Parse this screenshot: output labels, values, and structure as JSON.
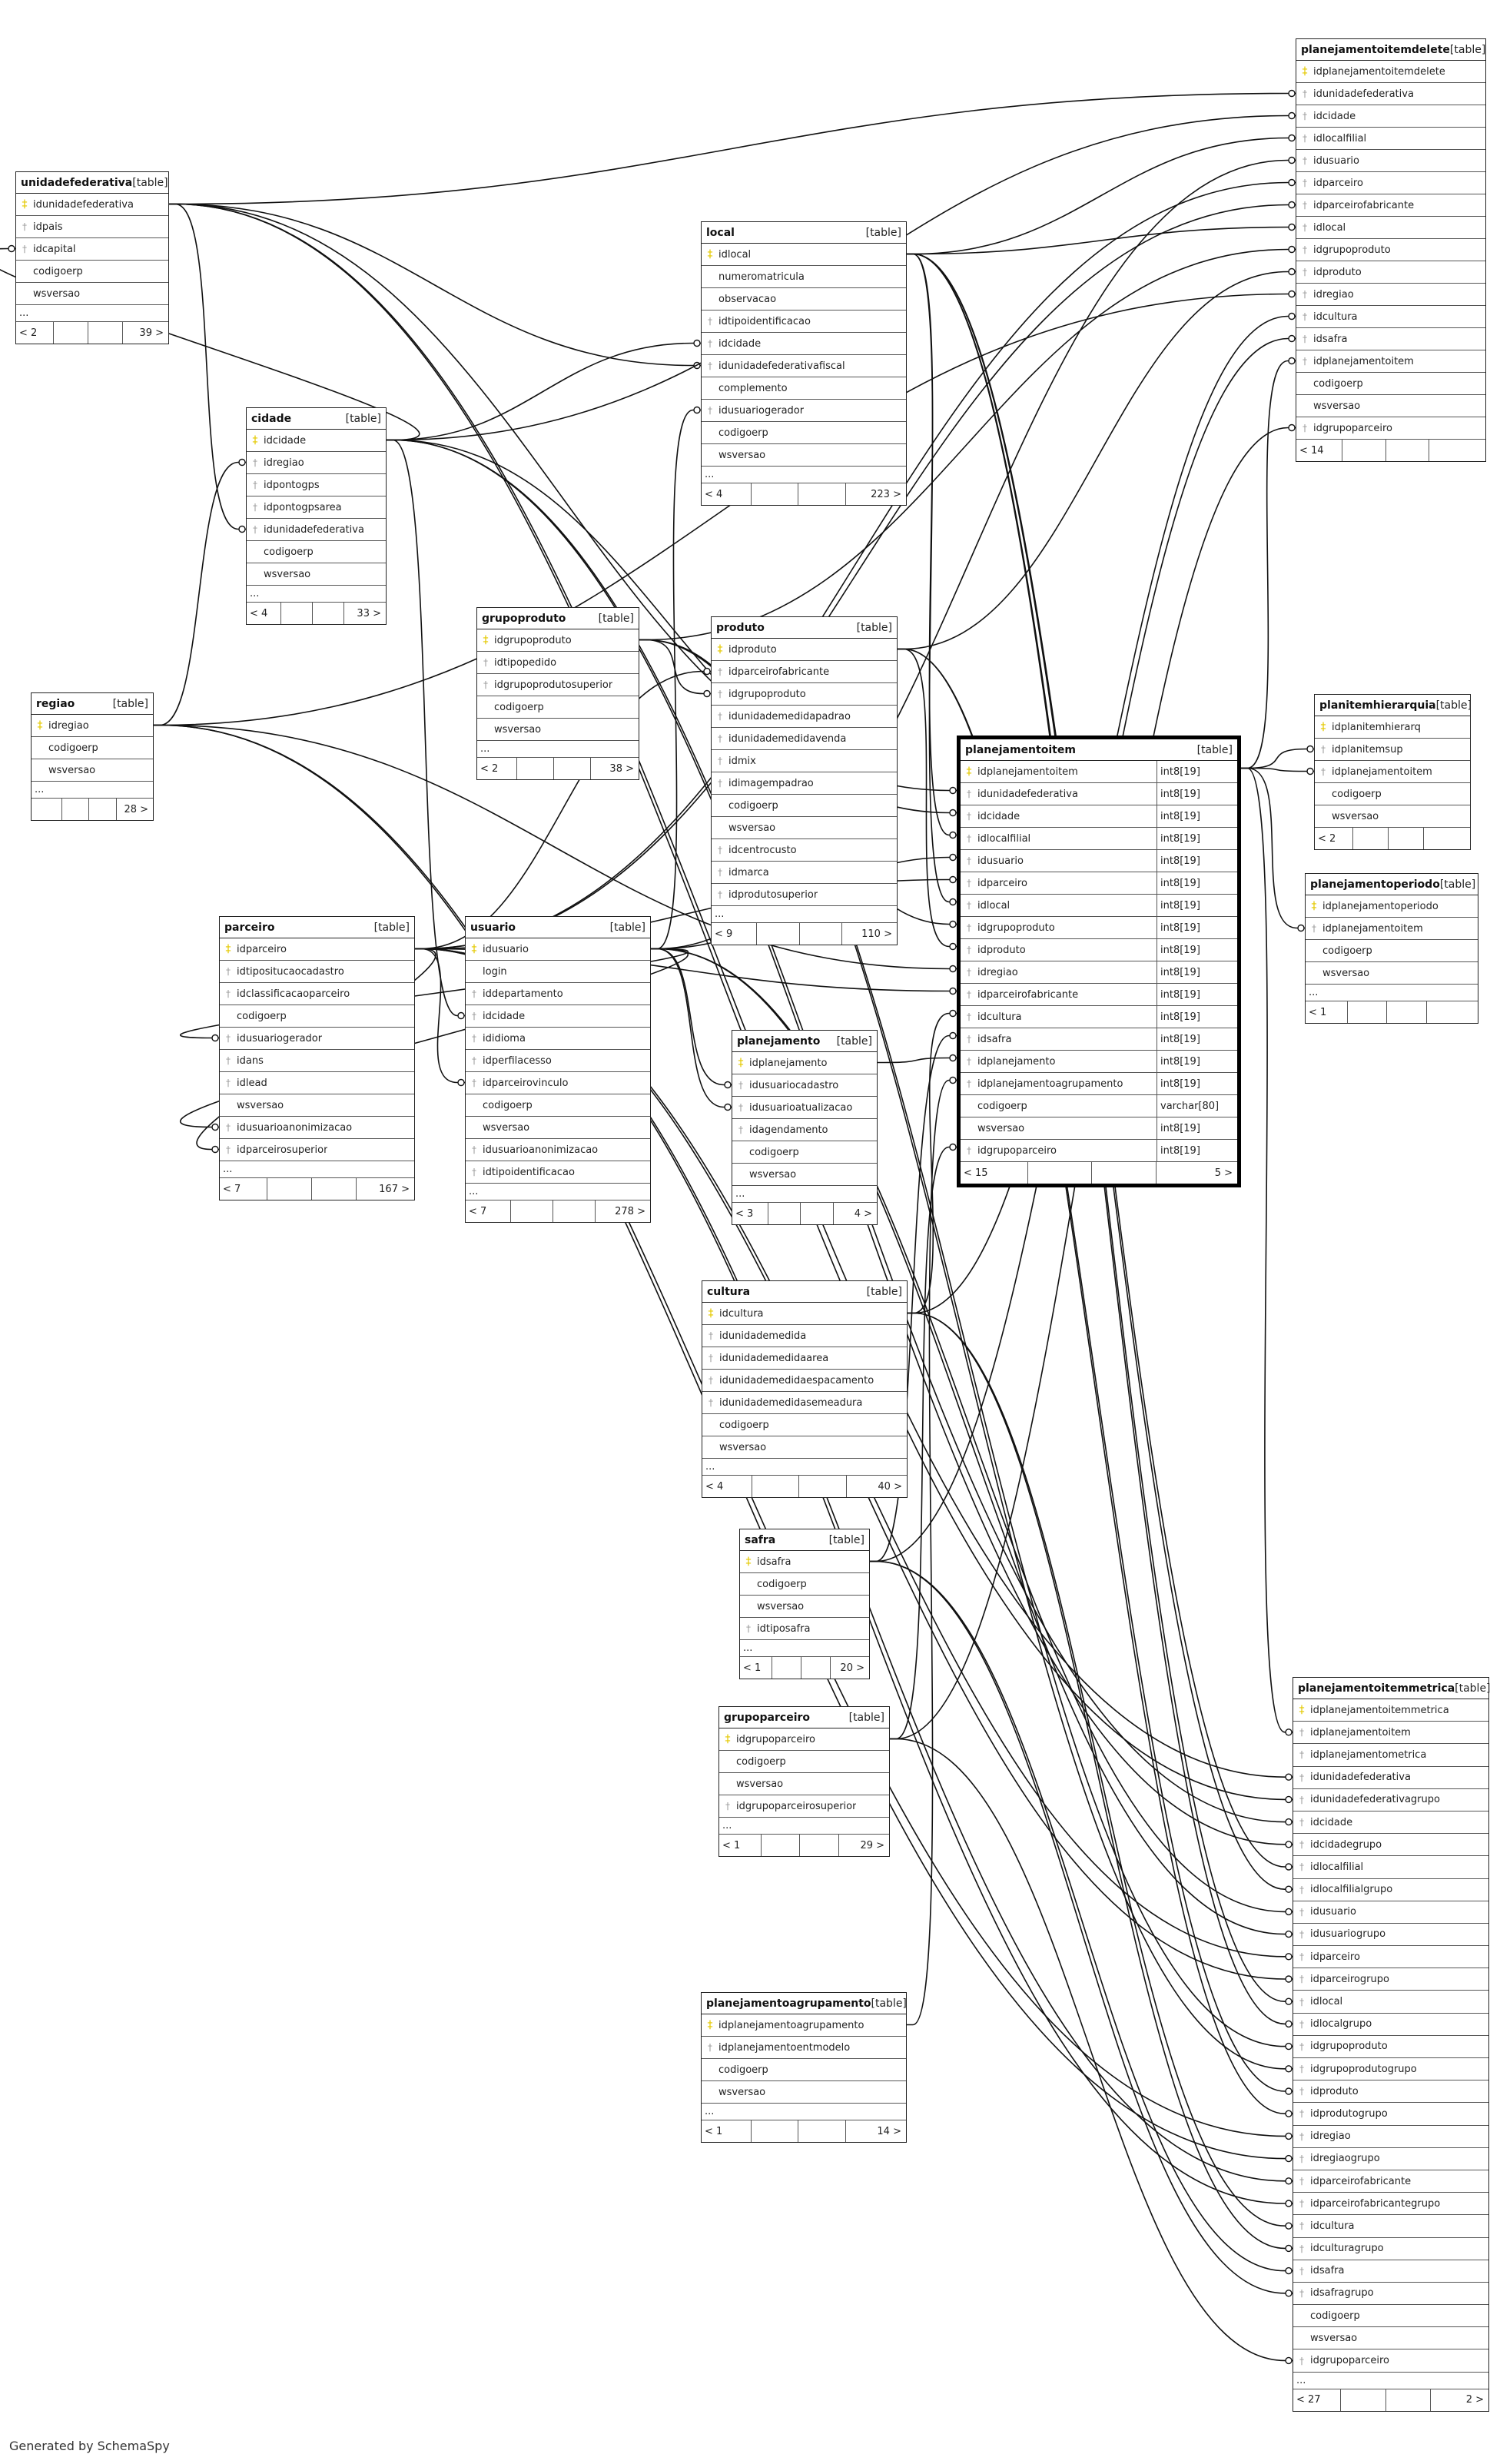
{
  "footer": {
    "generated_by": "Generated by SchemaSpy"
  },
  "tables": [
    {
      "id": "unidadefederativa",
      "name": "unidadefederativa",
      "type": "[table]",
      "columns": [
        {
          "name": "idunidadefederativa",
          "key": "pk"
        },
        {
          "name": "idpais",
          "key": "fk"
        },
        {
          "name": "idcapital",
          "key": "fk"
        },
        {
          "name": "codigoerp",
          "key": ""
        },
        {
          "name": "wsversao",
          "key": ""
        }
      ],
      "more": "...",
      "children": "< 2",
      "parents": "39 >"
    },
    {
      "id": "cidade",
      "name": "cidade",
      "type": "[table]",
      "columns": [
        {
          "name": "idcidade",
          "key": "pk"
        },
        {
          "name": "idregiao",
          "key": "fk"
        },
        {
          "name": "idpontogps",
          "key": "fk"
        },
        {
          "name": "idpontogpsarea",
          "key": "fk"
        },
        {
          "name": "idunidadefederativa",
          "key": "fk"
        },
        {
          "name": "codigoerp",
          "key": ""
        },
        {
          "name": "wsversao",
          "key": ""
        }
      ],
      "more": "...",
      "children": "< 4",
      "parents": "33 >"
    },
    {
      "id": "regiao",
      "name": "regiao",
      "type": "[table]",
      "columns": [
        {
          "name": "idregiao",
          "key": "pk"
        },
        {
          "name": "codigoerp",
          "key": ""
        },
        {
          "name": "wsversao",
          "key": ""
        }
      ],
      "more": "...",
      "children": "",
      "parents": "28 >"
    },
    {
      "id": "local",
      "name": "local",
      "type": "[table]",
      "columns": [
        {
          "name": "idlocal",
          "key": "pk"
        },
        {
          "name": "numeromatricula",
          "key": ""
        },
        {
          "name": "observacao",
          "key": ""
        },
        {
          "name": "idtipoidentificacao",
          "key": "fk"
        },
        {
          "name": "idcidade",
          "key": "fk"
        },
        {
          "name": "idunidadefederativafiscal",
          "key": "fk"
        },
        {
          "name": "complemento",
          "key": ""
        },
        {
          "name": "idusuariogerador",
          "key": "fk"
        },
        {
          "name": "codigoerp",
          "key": ""
        },
        {
          "name": "wsversao",
          "key": ""
        }
      ],
      "more": "...",
      "children": "< 4",
      "parents": "223 >"
    },
    {
      "id": "grupoproduto",
      "name": "grupoproduto",
      "type": "[table]",
      "columns": [
        {
          "name": "idgrupoproduto",
          "key": "pk"
        },
        {
          "name": "idtipopedido",
          "key": "fk"
        },
        {
          "name": "idgrupoprodutosuperior",
          "key": "fk"
        },
        {
          "name": "codigoerp",
          "key": ""
        },
        {
          "name": "wsversao",
          "key": ""
        }
      ],
      "more": "...",
      "children": "< 2",
      "parents": "38 >"
    },
    {
      "id": "produto",
      "name": "produto",
      "type": "[table]",
      "columns": [
        {
          "name": "idproduto",
          "key": "pk"
        },
        {
          "name": "idparceirofabricante",
          "key": "fk"
        },
        {
          "name": "idgrupoproduto",
          "key": "fk"
        },
        {
          "name": "idunidademedidapadrao",
          "key": "fk"
        },
        {
          "name": "idunidademedidavenda",
          "key": "fk"
        },
        {
          "name": "idmix",
          "key": "fk"
        },
        {
          "name": "idimagempadrao",
          "key": "fk"
        },
        {
          "name": "codigoerp",
          "key": ""
        },
        {
          "name": "wsversao",
          "key": ""
        },
        {
          "name": "idcentrocusto",
          "key": "fk"
        },
        {
          "name": "idmarca",
          "key": "fk"
        },
        {
          "name": "idprodutosuperior",
          "key": "fk"
        }
      ],
      "more": "...",
      "children": "< 9",
      "parents": "110 >"
    },
    {
      "id": "parceiro",
      "name": "parceiro",
      "type": "[table]",
      "columns": [
        {
          "name": "idparceiro",
          "key": "pk"
        },
        {
          "name": "idtipositucaocadastro",
          "key": "fk"
        },
        {
          "name": "idclassificacaoparceiro",
          "key": "fk"
        },
        {
          "name": "codigoerp",
          "key": ""
        },
        {
          "name": "idusuariogerador",
          "key": "fk"
        },
        {
          "name": "idans",
          "key": "fk"
        },
        {
          "name": "idlead",
          "key": "fk"
        },
        {
          "name": "wsversao",
          "key": ""
        },
        {
          "name": "idusuarioanonimizacao",
          "key": "fk"
        },
        {
          "name": "idparceirosuperior",
          "key": "fk"
        }
      ],
      "more": "...",
      "children": "< 7",
      "parents": "167 >"
    },
    {
      "id": "usuario",
      "name": "usuario",
      "type": "[table]",
      "columns": [
        {
          "name": "idusuario",
          "key": "pk"
        },
        {
          "name": "login",
          "key": ""
        },
        {
          "name": "iddepartamento",
          "key": "fk"
        },
        {
          "name": "idcidade",
          "key": "fk"
        },
        {
          "name": "ididioma",
          "key": "fk"
        },
        {
          "name": "idperfilacesso",
          "key": "fk"
        },
        {
          "name": "idparceirovinculo",
          "key": "fk"
        },
        {
          "name": "codigoerp",
          "key": ""
        },
        {
          "name": "wsversao",
          "key": ""
        },
        {
          "name": "idusuarioanonimizacao",
          "key": "fk"
        },
        {
          "name": "idtipoidentificacao",
          "key": "fk"
        }
      ],
      "more": "...",
      "children": "< 7",
      "parents": "278 >"
    },
    {
      "id": "planejamento",
      "name": "planejamento",
      "type": "[table]",
      "columns": [
        {
          "name": "idplanejamento",
          "key": "pk"
        },
        {
          "name": "idusuariocadastro",
          "key": "fk"
        },
        {
          "name": "idusuarioatualizacao",
          "key": "fk"
        },
        {
          "name": "idagendamento",
          "key": "fk"
        },
        {
          "name": "codigoerp",
          "key": ""
        },
        {
          "name": "wsversao",
          "key": ""
        }
      ],
      "more": "...",
      "children": "< 3",
      "parents": "4 >"
    },
    {
      "id": "planejamentoitem",
      "name": "planejamentoitem",
      "type": "[table]",
      "focus": true,
      "columns": [
        {
          "name": "idplanejamentoitem",
          "key": "pk",
          "dtype": "int8[19]"
        },
        {
          "name": "idunidadefederativa",
          "key": "fk",
          "dtype": "int8[19]"
        },
        {
          "name": "idcidade",
          "key": "fk",
          "dtype": "int8[19]"
        },
        {
          "name": "idlocalfilial",
          "key": "fk",
          "dtype": "int8[19]"
        },
        {
          "name": "idusuario",
          "key": "fk",
          "dtype": "int8[19]"
        },
        {
          "name": "idparceiro",
          "key": "fk",
          "dtype": "int8[19]"
        },
        {
          "name": "idlocal",
          "key": "fk",
          "dtype": "int8[19]"
        },
        {
          "name": "idgrupoproduto",
          "key": "fk",
          "dtype": "int8[19]"
        },
        {
          "name": "idproduto",
          "key": "fk",
          "dtype": "int8[19]"
        },
        {
          "name": "idregiao",
          "key": "fk",
          "dtype": "int8[19]"
        },
        {
          "name": "idparceirofabricante",
          "key": "fk",
          "dtype": "int8[19]"
        },
        {
          "name": "idcultura",
          "key": "fk",
          "dtype": "int8[19]"
        },
        {
          "name": "idsafra",
          "key": "fk",
          "dtype": "int8[19]"
        },
        {
          "name": "idplanejamento",
          "key": "fk",
          "dtype": "int8[19]"
        },
        {
          "name": "idplanejamentoagrupamento",
          "key": "fk",
          "dtype": "int8[19]"
        },
        {
          "name": "codigoerp",
          "key": "",
          "dtype": "varchar[80]"
        },
        {
          "name": "wsversao",
          "key": "",
          "dtype": "int8[19]"
        },
        {
          "name": "idgrupoparceiro",
          "key": "fk",
          "dtype": "int8[19]"
        }
      ],
      "more": "",
      "children": "< 15",
      "parents": "5 >"
    },
    {
      "id": "cultura",
      "name": "cultura",
      "type": "[table]",
      "columns": [
        {
          "name": "idcultura",
          "key": "pk"
        },
        {
          "name": "idunidademedida",
          "key": "fk"
        },
        {
          "name": "idunidademedidaarea",
          "key": "fk"
        },
        {
          "name": "idunidademedidaespacamento",
          "key": "fk"
        },
        {
          "name": "idunidademedidasemeadura",
          "key": "fk"
        },
        {
          "name": "codigoerp",
          "key": ""
        },
        {
          "name": "wsversao",
          "key": ""
        }
      ],
      "more": "...",
      "children": "< 4",
      "parents": "40 >"
    },
    {
      "id": "safra",
      "name": "safra",
      "type": "[table]",
      "columns": [
        {
          "name": "idsafra",
          "key": "pk"
        },
        {
          "name": "codigoerp",
          "key": ""
        },
        {
          "name": "wsversao",
          "key": ""
        },
        {
          "name": "idtiposafra",
          "key": "fk"
        }
      ],
      "more": "...",
      "children": "< 1",
      "parents": "20 >"
    },
    {
      "id": "grupoparceiro",
      "name": "grupoparceiro",
      "type": "[table]",
      "columns": [
        {
          "name": "idgrupoparceiro",
          "key": "pk"
        },
        {
          "name": "codigoerp",
          "key": ""
        },
        {
          "name": "wsversao",
          "key": ""
        },
        {
          "name": "idgrupoparceirosuperior",
          "key": "fk"
        }
      ],
      "more": "...",
      "children": "< 1",
      "parents": "29 >"
    },
    {
      "id": "planejamentoagrupamento",
      "name": "planejamentoagrupamento",
      "type": "[table]",
      "columns": [
        {
          "name": "idplanejamentoagrupamento",
          "key": "pk"
        },
        {
          "name": "idplanejamentoentmodelo",
          "key": "fk"
        },
        {
          "name": "codigoerp",
          "key": ""
        },
        {
          "name": "wsversao",
          "key": ""
        }
      ],
      "more": "...",
      "children": "< 1",
      "parents": "14 >"
    },
    {
      "id": "planejamentoitemdelete",
      "name": "planejamentoitemdelete",
      "type": "[table]",
      "columns": [
        {
          "name": "idplanejamentoitemdelete",
          "key": "pk"
        },
        {
          "name": "idunidadefederativa",
          "key": "fk"
        },
        {
          "name": "idcidade",
          "key": "fk"
        },
        {
          "name": "idlocalfilial",
          "key": "fk"
        },
        {
          "name": "idusuario",
          "key": "fk"
        },
        {
          "name": "idparceiro",
          "key": "fk"
        },
        {
          "name": "idparceirofabricante",
          "key": "fk"
        },
        {
          "name": "idlocal",
          "key": "fk"
        },
        {
          "name": "idgrupoproduto",
          "key": "fk"
        },
        {
          "name": "idproduto",
          "key": "fk"
        },
        {
          "name": "idregiao",
          "key": "fk"
        },
        {
          "name": "idcultura",
          "key": "fk"
        },
        {
          "name": "idsafra",
          "key": "fk"
        },
        {
          "name": "idplanejamentoitem",
          "key": "fk"
        },
        {
          "name": "codigoerp",
          "key": ""
        },
        {
          "name": "wsversao",
          "key": ""
        },
        {
          "name": "idgrupoparceiro",
          "key": "fk"
        }
      ],
      "more": "",
      "children": "< 14",
      "parents": ""
    },
    {
      "id": "planitemhierarquia",
      "name": "planitemhierarquia",
      "type": "[table]",
      "columns": [
        {
          "name": "idplanitemhierarq",
          "key": "pk"
        },
        {
          "name": "idplanitemsup",
          "key": "fk"
        },
        {
          "name": "idplanejamentoitem",
          "key": "fk"
        },
        {
          "name": "codigoerp",
          "key": ""
        },
        {
          "name": "wsversao",
          "key": ""
        }
      ],
      "more": "",
      "children": "< 2",
      "parents": ""
    },
    {
      "id": "planejamentoperiodo",
      "name": "planejamentoperiodo",
      "type": "[table]",
      "columns": [
        {
          "name": "idplanejamentoperiodo",
          "key": "pk"
        },
        {
          "name": "idplanejamentoitem",
          "key": "fk"
        },
        {
          "name": "codigoerp",
          "key": ""
        },
        {
          "name": "wsversao",
          "key": ""
        }
      ],
      "more": "...",
      "children": "< 1",
      "parents": ""
    },
    {
      "id": "planejamentoitemmetrica",
      "name": "planejamentoitemmetrica",
      "type": "[table]",
      "columns": [
        {
          "name": "idplanejamentoitemmetrica",
          "key": "pk"
        },
        {
          "name": "idplanejamentoitem",
          "key": "fk"
        },
        {
          "name": "idplanejamentometrica",
          "key": "fk"
        },
        {
          "name": "idunidadefederativa",
          "key": "fk"
        },
        {
          "name": "idunidadefederativagrupo",
          "key": "fk"
        },
        {
          "name": "idcidade",
          "key": "fk"
        },
        {
          "name": "idcidadegrupo",
          "key": "fk"
        },
        {
          "name": "idlocalfilial",
          "key": "fk"
        },
        {
          "name": "idlocalfilialgrupo",
          "key": "fk"
        },
        {
          "name": "idusuario",
          "key": "fk"
        },
        {
          "name": "idusuariogrupo",
          "key": "fk"
        },
        {
          "name": "idparceiro",
          "key": "fk"
        },
        {
          "name": "idparceirogrupo",
          "key": "fk"
        },
        {
          "name": "idlocal",
          "key": "fk"
        },
        {
          "name": "idlocalgrupo",
          "key": "fk"
        },
        {
          "name": "idgrupoproduto",
          "key": "fk"
        },
        {
          "name": "idgrupoprodutogrupo",
          "key": "fk"
        },
        {
          "name": "idproduto",
          "key": "fk"
        },
        {
          "name": "idprodutogrupo",
          "key": "fk"
        },
        {
          "name": "idregiao",
          "key": "fk"
        },
        {
          "name": "idregiaogrupo",
          "key": "fk"
        },
        {
          "name": "idparceirofabricante",
          "key": "fk"
        },
        {
          "name": "idparceirofabricantegrupo",
          "key": "fk"
        },
        {
          "name": "idcultura",
          "key": "fk"
        },
        {
          "name": "idculturagrupo",
          "key": "fk"
        },
        {
          "name": "idsafra",
          "key": "fk"
        },
        {
          "name": "idsafragrupo",
          "key": "fk"
        },
        {
          "name": "codigoerp",
          "key": ""
        },
        {
          "name": "wsversao",
          "key": ""
        },
        {
          "name": "idgrupoparceiro",
          "key": "fk"
        }
      ],
      "more": "...",
      "children": "< 27",
      "parents": "2 >"
    }
  ]
}
